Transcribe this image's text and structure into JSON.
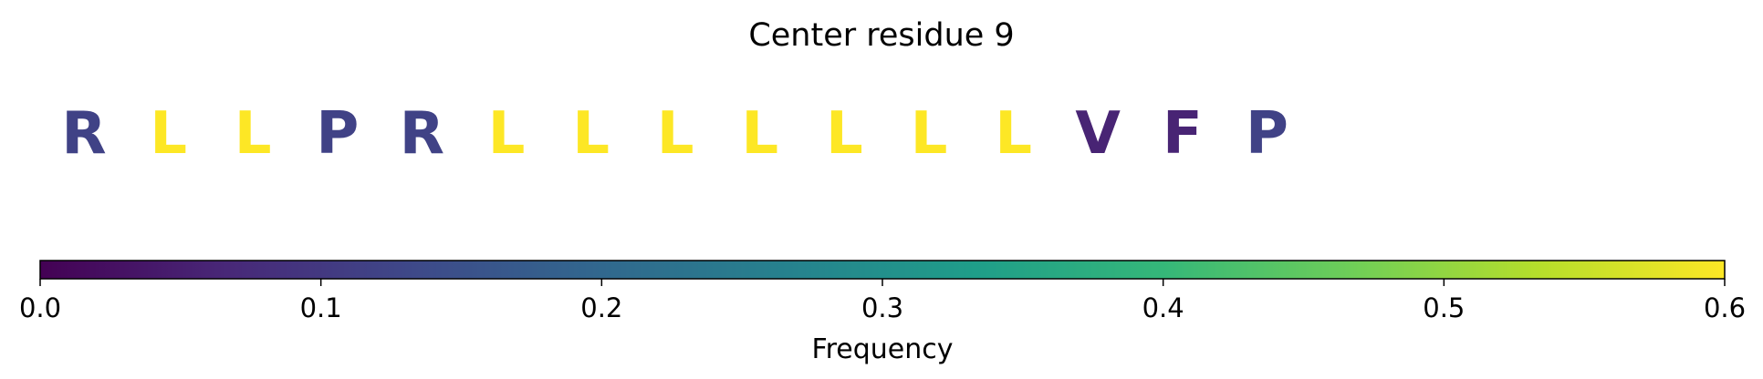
{
  "chart_data": {
    "type": "sequence-colorbar",
    "title": "Center residue 9",
    "residues": [
      {
        "letter": "R",
        "frequency": 0.12
      },
      {
        "letter": "L",
        "frequency": 0.6
      },
      {
        "letter": "L",
        "frequency": 0.6
      },
      {
        "letter": "P",
        "frequency": 0.12
      },
      {
        "letter": "R",
        "frequency": 0.12
      },
      {
        "letter": "L",
        "frequency": 0.6
      },
      {
        "letter": "L",
        "frequency": 0.6
      },
      {
        "letter": "L",
        "frequency": 0.6
      },
      {
        "letter": "L",
        "frequency": 0.6
      },
      {
        "letter": "L",
        "frequency": 0.6
      },
      {
        "letter": "L",
        "frequency": 0.6
      },
      {
        "letter": "L",
        "frequency": 0.6
      },
      {
        "letter": "V",
        "frequency": 0.06
      },
      {
        "letter": "F",
        "frequency": 0.06
      },
      {
        "letter": "P",
        "frequency": 0.12
      }
    ],
    "colorbar": {
      "colormap": "viridis",
      "range": [
        0.0,
        0.6
      ],
      "ticks": [
        "0.0",
        "0.1",
        "0.2",
        "0.3",
        "0.4",
        "0.5",
        "0.6"
      ],
      "label": "Frequency",
      "orientation": "horizontal",
      "placement": "bottom"
    },
    "colors": {
      "viridis": [
        "#440154",
        "#482878",
        "#3e4989",
        "#31688e",
        "#26828e",
        "#1f9e89",
        "#35b779",
        "#6ece58",
        "#b5de2b",
        "#fde725"
      ],
      "outline": "#000000",
      "text": "#000000"
    }
  }
}
